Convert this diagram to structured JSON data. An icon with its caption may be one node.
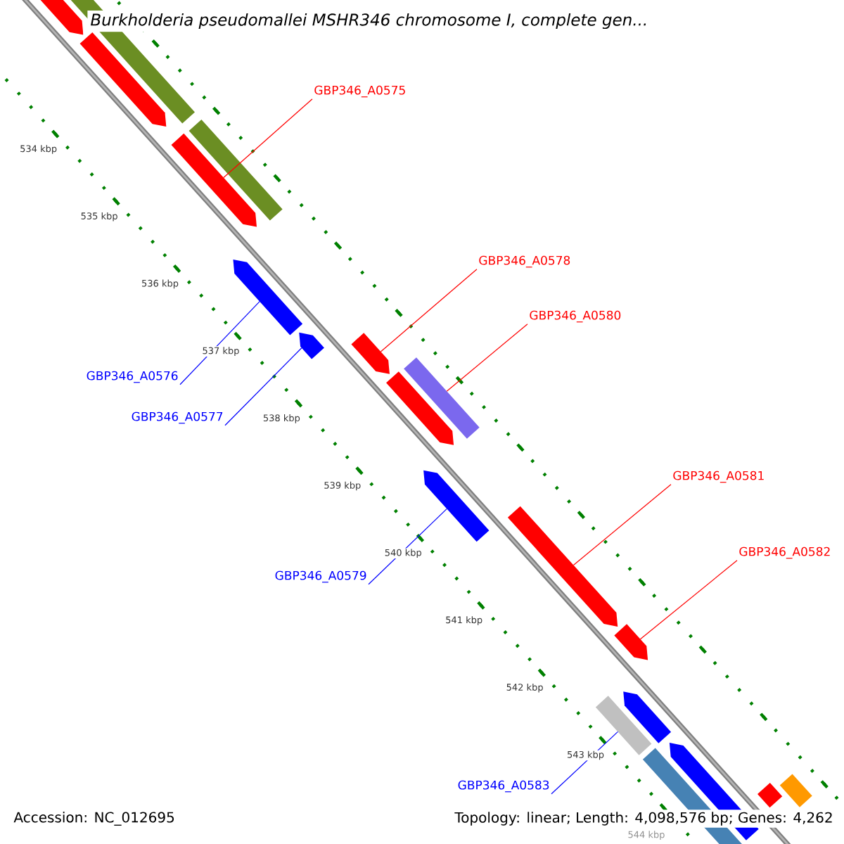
{
  "diagram": {
    "title": "Burkholderia pseudomallei MSHR346 chromosome I, complete gen...",
    "nodes": [
      {
        "text": [
          "GBP346_A0575"
        ]
      },
      {
        "text": [
          "GBP346_A0578"
        ]
      },
      {
        "text": [
          "GBP346_A0580"
        ]
      },
      {
        "text": [
          "GBP346_A0576"
        ]
      },
      {
        "text": [
          "GBP346_A0577"
        ]
      },
      {
        "text": [
          "GBP346_A0581"
        ]
      },
      {
        "text": [
          "GBP346_A0582"
        ]
      },
      {
        "text": [
          "GBP346_A0579"
        ]
      },
      {
        "text": [
          "GBP346_A0583"
        ]
      },
      {
        "text": [],
        "shape": "bar"
      },
      {
        "text": [],
        "shape": "bar"
      },
      {
        "text": [],
        "shape": "bar"
      },
      {
        "text": [],
        "shape": "bar"
      },
      {
        "text": [],
        "shape": "bar"
      },
      {
        "text": [],
        "shape": "bar"
      },
      {
        "text": [],
        "shape": "bar"
      },
      {
        "text": [],
        "shape": "bar"
      },
      {
        "text": [],
        "shape": "bar"
      },
      {
        "text": [],
        "shape": "bar"
      },
      {
        "text": [],
        "shape": "bar"
      },
      {
        "text": [],
        "shape": "bar"
      },
      {
        "text": [],
        "shape": "bar"
      },
      {
        "text": [],
        "shape": "bar"
      },
      {
        "text": [],
        "shape": "bar"
      },
      {
        "text": [],
        "shape": "bar"
      },
      {
        "text": [],
        "shape": "bar"
      },
      {
        "text": [],
        "shape": "bar"
      },
      {
        "text": [],
        "shape": "bar"
      }
    ],
    "edges": [
      {
        "from": 0,
        "to": 12,
        "arrow": "none"
      },
      {
        "from": 1,
        "to": 16,
        "arrow": "none"
      },
      {
        "from": 2,
        "to": 18,
        "arrow": "none"
      },
      {
        "from": 3,
        "to": 14,
        "arrow": "none",
        "color": "#0000ff"
      },
      {
        "from": 4,
        "to": 15,
        "arrow": "none",
        "color": "#0000ff"
      },
      {
        "from": 5,
        "to": 20,
        "arrow": "none"
      },
      {
        "from": 6,
        "to": 21,
        "arrow": "none"
      },
      {
        "from": 7,
        "to": 19,
        "arrow": "none",
        "color": "#0000ff"
      },
      {
        "from": 8,
        "to": 22,
        "arrow": "none",
        "color": "#0000ff"
      }
    ],
    "labels": [
      "534 kbp",
      "535 kbp",
      "536 kbp",
      "537 kbp",
      "538 kbp",
      "539 kbp",
      "540 kbp",
      "541 kbp",
      "542 kbp",
      "543 kbp",
      "544 kbp",
      "Accession: NC_012695",
      "Topology: linear; Length: 4,098,576 bp; Genes: 4,262"
    ]
  }
}
